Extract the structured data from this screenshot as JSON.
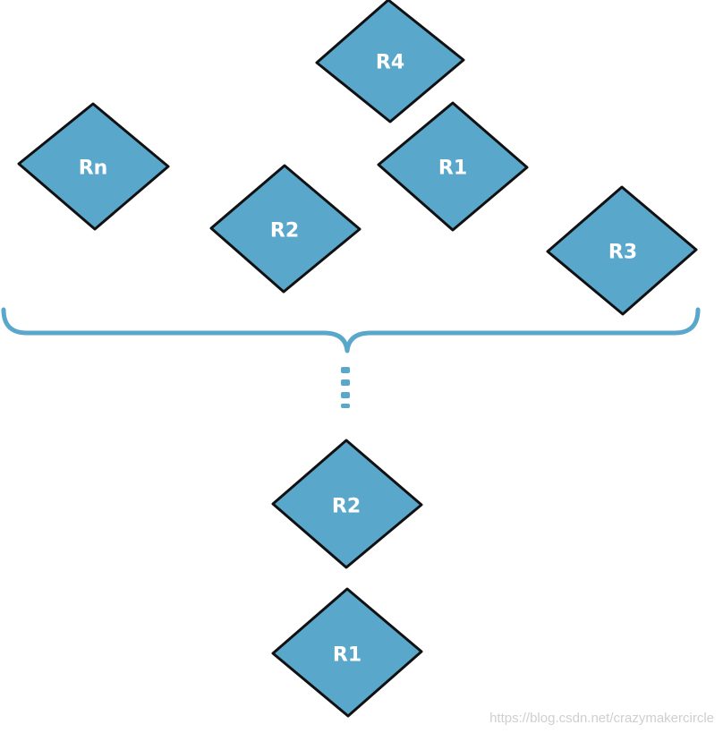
{
  "colors": {
    "node_fill": "#5aa7cc",
    "node_stroke": "#111111",
    "label": "#ffffff",
    "brace": "#5aa7cc"
  },
  "pool": {
    "nodes": [
      {
        "label": "R4"
      },
      {
        "label": "Rn"
      },
      {
        "label": "R1"
      },
      {
        "label": "R2"
      },
      {
        "label": "R3"
      }
    ]
  },
  "brace_icon": "curly-brace-icon",
  "ellipsis_icon": "vertical-ellipsis-icon",
  "stack": {
    "nodes": [
      {
        "label": "R2"
      },
      {
        "label": "R1"
      }
    ]
  },
  "watermark": "https://blog.csdn.net/crazymakercircle"
}
